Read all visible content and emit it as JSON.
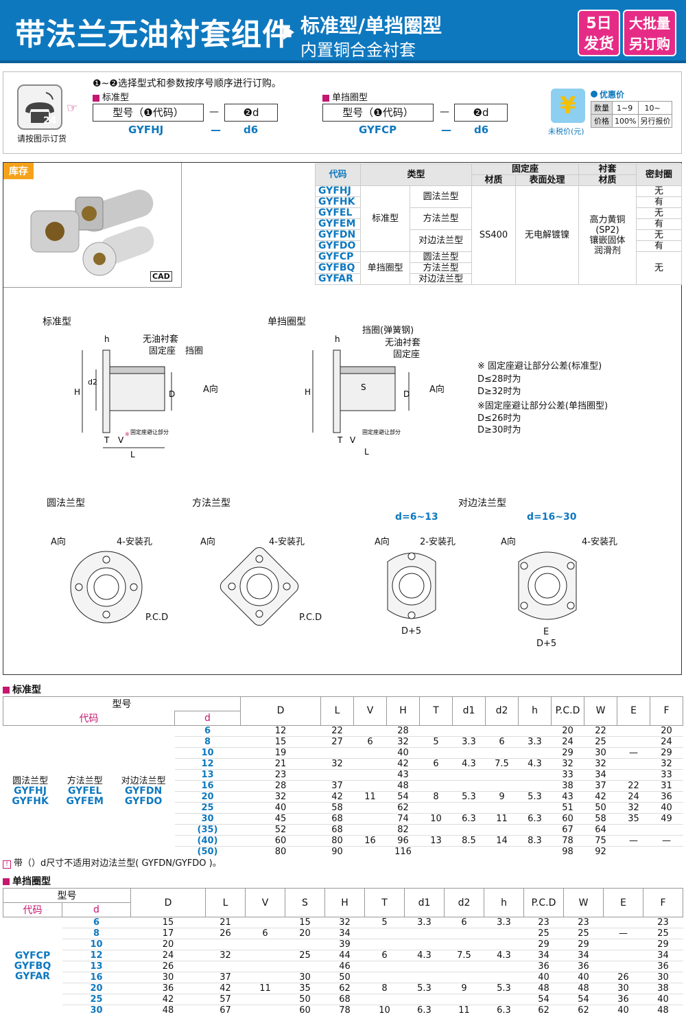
{
  "header": {
    "title": "带法兰无油衬套组件",
    "subtitle1": "标准型/单挡圈型",
    "subtitle2": "内置铜合金衬套",
    "badge1": "5日发货",
    "badge2": "大批量另订购"
  },
  "order": {
    "instruction": "❶~❷选择型式和参数按序号顺序进行订购。",
    "phone_caption": "请按图示订货",
    "std_label": "标准型",
    "std_box1": "型号（❶代码）",
    "std_box2": "❷d",
    "std_v1": "GYFHJ",
    "std_v2": "d6",
    "dash": "—",
    "ret_label": "单挡圈型",
    "ret_box1": "型号（❶代码）",
    "ret_box2": "❷d",
    "ret_v1": "GYFCP",
    "ret_v2": "d6",
    "price_caption": "未税价(元)",
    "discount_label": "优惠价",
    "qty_label": "数量",
    "qty1": "1~9",
    "qty2": "10~",
    "price_label": "价格",
    "p1": "100%",
    "p2": "另行报价"
  },
  "stock": {
    "label": "库存",
    "cad": "CAD"
  },
  "catalog": {
    "headers": {
      "code": "代码",
      "type": "类型",
      "fixed": "固定座",
      "material": "材质",
      "surface": "表面处理",
      "bush": "衬套",
      "bush_mat": "材质",
      "seal": "密封圈"
    },
    "codes": [
      "GYFHJ",
      "GYFHK",
      "GYFEL",
      "GYFEM",
      "GYFDN",
      "GYFDO",
      "GYFCP",
      "GYFBQ",
      "GYFAR"
    ],
    "type_std": "标准型",
    "type_ret": "单挡圈型",
    "round": "圆法兰型",
    "square": "方法兰型",
    "opp": "对边法兰型",
    "mat": "SS400",
    "surf": "无电解镀镍",
    "bush_desc": [
      "高力黄铜",
      "(SP2)",
      "镶嵌固体",
      "润滑剂"
    ],
    "seal": [
      "无",
      "有",
      "无",
      "有",
      "无",
      "有",
      "无"
    ]
  },
  "drawing": {
    "std": "标准型",
    "ret": "单挡圈型",
    "oilless": "无油衬套",
    "fixed": "固定座",
    "ring": "挡圈",
    "ring_spring": "挡圈(弹簧钢)",
    "dirA": "A向",
    "tol_title1": "※ 固定座避让部分公差(标准型)",
    "tol1a": "D≤28时为",
    "tol1b": "D≥32时为",
    "tol_title2": "※固定座避让部分公差(单挡圈型)",
    "tol2a": "D≤26时为",
    "tol2b": "D≥30时为",
    "round": "圆法兰型",
    "square": "方法兰型",
    "opp": "对边法兰型",
    "d1": "d=6~13",
    "d2": "d=16~30",
    "holes4": "4-安装孔",
    "holes2": "2-安装孔",
    "pcd": "P.C.D",
    "escape": "固定座避让部分"
  },
  "std_table": {
    "section": "标准型",
    "model": "型号",
    "code": "代码",
    "cols": [
      "d",
      "D",
      "L",
      "V",
      "H",
      "T",
      "d1",
      "d2",
      "h",
      "P.C.D",
      "W",
      "E",
      "F"
    ],
    "groups": [
      [
        "圆法兰型",
        "GYFHJ",
        "GYFHK"
      ],
      [
        "方法兰型",
        "GYFEL",
        "GYFEM"
      ],
      [
        "对边法兰型",
        "GYFDN",
        "GYFDO"
      ]
    ],
    "rows": [
      [
        "6",
        "12",
        "22",
        "",
        "28",
        "",
        "",
        "",
        "",
        "20",
        "22",
        "",
        "20"
      ],
      [
        "8",
        "15",
        "27",
        "6",
        "32",
        "5",
        "3.3",
        "6",
        "3.3",
        "24",
        "25",
        "",
        "24"
      ],
      [
        "10",
        "19",
        "",
        "",
        "40",
        "",
        "",
        "",
        "",
        "29",
        "30",
        "—",
        "29"
      ],
      [
        "12",
        "21",
        "32",
        "",
        "42",
        "6",
        "4.3",
        "7.5",
        "4.3",
        "32",
        "32",
        "",
        "32"
      ],
      [
        "13",
        "23",
        "",
        "",
        "43",
        "",
        "",
        "",
        "",
        "33",
        "34",
        "",
        "33"
      ],
      [
        "16",
        "28",
        "37",
        "",
        "48",
        "",
        "",
        "",
        "",
        "38",
        "37",
        "22",
        "31"
      ],
      [
        "20",
        "32",
        "42",
        "11",
        "54",
        "8",
        "5.3",
        "9",
        "5.3",
        "43",
        "42",
        "24",
        "36"
      ],
      [
        "25",
        "40",
        "58",
        "",
        "62",
        "",
        "",
        "",
        "",
        "51",
        "50",
        "32",
        "40"
      ],
      [
        "30",
        "45",
        "68",
        "",
        "74",
        "10",
        "6.3",
        "11",
        "6.3",
        "60",
        "58",
        "35",
        "49"
      ],
      [
        "(35)",
        "52",
        "68",
        "",
        "82",
        "",
        "",
        "",
        "",
        "67",
        "64",
        "",
        ""
      ],
      [
        "(40)",
        "60",
        "80",
        "16",
        "96",
        "13",
        "8.5",
        "14",
        "8.3",
        "78",
        "75",
        "—",
        "—"
      ],
      [
        "(50)",
        "80",
        "90",
        "",
        "116",
        "",
        "",
        "",
        "",
        "98",
        "92",
        "",
        ""
      ]
    ],
    "note": "带（）d尺寸不适用对边法兰型( GYFDN/GYFDO )。"
  },
  "ret_table": {
    "section": "单挡圈型",
    "model": "型号",
    "code": "代码",
    "cols": [
      "d",
      "D",
      "L",
      "V",
      "S",
      "H",
      "T",
      "d1",
      "d2",
      "h",
      "P.C.D",
      "W",
      "E",
      "F"
    ],
    "codes": [
      "GYFCP",
      "GYFBQ",
      "GYFAR"
    ],
    "rows": [
      [
        "6",
        "15",
        "21",
        "",
        "15",
        "32",
        "5",
        "3.3",
        "6",
        "3.3",
        "23",
        "23",
        "",
        "23"
      ],
      [
        "8",
        "17",
        "26",
        "6",
        "20",
        "34",
        "",
        "",
        "",
        "",
        "25",
        "25",
        "—",
        "25"
      ],
      [
        "10",
        "20",
        "",
        "",
        "",
        "39",
        "",
        "",
        "",
        "",
        "29",
        "29",
        "",
        "29"
      ],
      [
        "12",
        "24",
        "32",
        "",
        "25",
        "44",
        "6",
        "4.3",
        "7.5",
        "4.3",
        "34",
        "34",
        "",
        "34"
      ],
      [
        "13",
        "26",
        "",
        "",
        "",
        "46",
        "",
        "",
        "",
        "",
        "36",
        "36",
        "",
        "36"
      ],
      [
        "16",
        "30",
        "37",
        "",
        "30",
        "50",
        "",
        "",
        "",
        "",
        "40",
        "40",
        "26",
        "30"
      ],
      [
        "20",
        "36",
        "42",
        "11",
        "35",
        "62",
        "8",
        "5.3",
        "9",
        "5.3",
        "48",
        "48",
        "30",
        "38"
      ],
      [
        "25",
        "42",
        "57",
        "",
        "50",
        "68",
        "",
        "",
        "",
        "",
        "54",
        "54",
        "36",
        "40"
      ],
      [
        "30",
        "48",
        "67",
        "",
        "60",
        "78",
        "10",
        "6.3",
        "11",
        "6.3",
        "62",
        "62",
        "40",
        "48"
      ]
    ]
  }
}
